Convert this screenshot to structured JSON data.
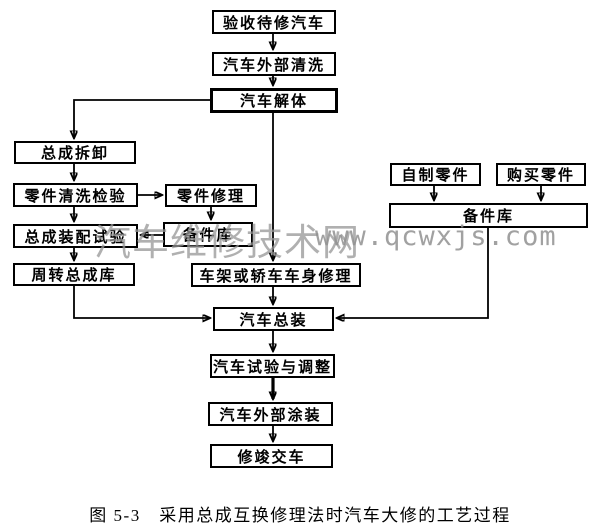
{
  "diagram": {
    "title": "采用总成互换修理法时汽车大修的工艺过程",
    "caption": "图 5-3　采用总成互换修理法时汽车大修的工艺过程",
    "nodes": {
      "accept": {
        "label": "验收待修汽车"
      },
      "exterior_cleaning": {
        "label": "汽车外部清洗"
      },
      "disassembly": {
        "label": "汽车解体"
      },
      "assembly_removal": {
        "label": "总成拆卸"
      },
      "parts_inspection": {
        "label": "零件清洗检验"
      },
      "parts_repair": {
        "label": "零件修理"
      },
      "fitting_test": {
        "label": "总成装配试验"
      },
      "spare_store_mid": {
        "label": "备件库"
      },
      "turnover_store": {
        "label": "周转总成库"
      },
      "frame_body_repair": {
        "label": "车架或轿车车身修理"
      },
      "final_assembly": {
        "label": "汽车总装"
      },
      "test_adjustment": {
        "label": "汽车试验与调整"
      },
      "exterior_painting": {
        "label": "汽车外部涂装"
      },
      "delivery": {
        "label": "修竣交车"
      },
      "self_made_parts": {
        "label": "自制零件"
      },
      "purchased_parts": {
        "label": "购买零件"
      },
      "spare_store_right": {
        "label": "备件库"
      }
    },
    "edges": [
      {
        "from": "accept",
        "to": "exterior_cleaning"
      },
      {
        "from": "exterior_cleaning",
        "to": "disassembly"
      },
      {
        "from": "disassembly",
        "to": "assembly_removal"
      },
      {
        "from": "disassembly",
        "to": "frame_body_repair"
      },
      {
        "from": "assembly_removal",
        "to": "parts_inspection"
      },
      {
        "from": "parts_inspection",
        "to": "parts_repair"
      },
      {
        "from": "parts_inspection",
        "to": "fitting_test"
      },
      {
        "from": "parts_repair",
        "to": "spare_store_mid"
      },
      {
        "from": "spare_store_mid",
        "to": "fitting_test"
      },
      {
        "from": "fitting_test",
        "to": "turnover_store"
      },
      {
        "from": "turnover_store",
        "to": "final_assembly"
      },
      {
        "from": "frame_body_repair",
        "to": "final_assembly"
      },
      {
        "from": "self_made_parts",
        "to": "spare_store_right"
      },
      {
        "from": "purchased_parts",
        "to": "spare_store_right"
      },
      {
        "from": "spare_store_right",
        "to": "final_assembly"
      },
      {
        "from": "final_assembly",
        "to": "test_adjustment"
      },
      {
        "from": "test_adjustment",
        "to": "exterior_painting"
      },
      {
        "from": "exterior_painting",
        "to": "delivery"
      }
    ],
    "watermark": {
      "site_name": "汽车维修技术网",
      "site_url": "www.qcwxjs.com"
    },
    "colors": {
      "background": "#ffffff",
      "box_fill": "#ffffff",
      "box_border": "#000000",
      "line": "#000000",
      "watermark": "#969696"
    }
  }
}
